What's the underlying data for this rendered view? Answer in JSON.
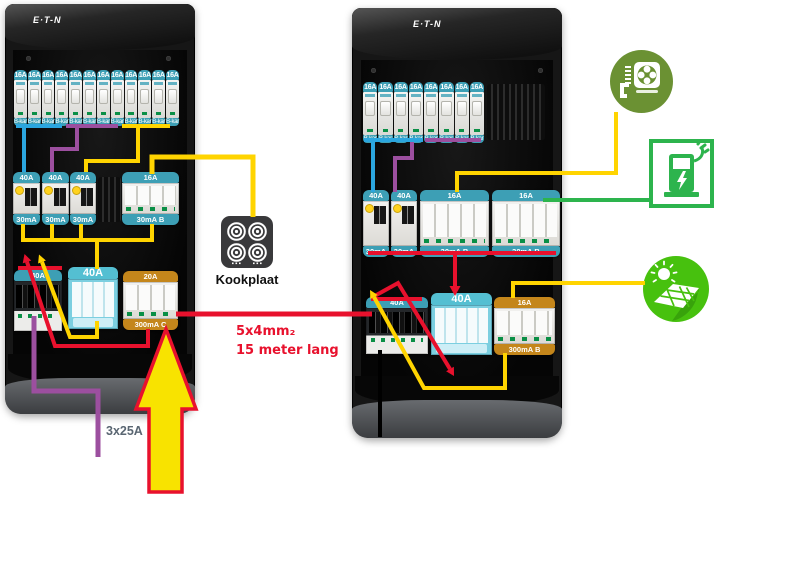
{
  "colors": {
    "blue": "#2BA6DF",
    "purple": "#9C4F9F",
    "yellow": "#FFD400",
    "arrow_yellow": "#F8E300",
    "red": "#E8112D",
    "green": "#2DB44D",
    "black": "#000000",
    "chip_teal": "#3D9FB5",
    "chip_teal_big": "#54BFD2",
    "chip_orange": "#C4861B",
    "fan_bg": "#6B9133",
    "ev_green": "#2DB44D",
    "solar_bg": "#47C10E",
    "cooktop_bg": "#39393B"
  },
  "left_panel": {
    "logo": "E·T-N",
    "row1_breakers": [
      {
        "top": "16A",
        "bottom": "B-kar"
      },
      {
        "top": "16A",
        "bottom": "B-kar"
      },
      {
        "top": "16A",
        "bottom": "B-kar"
      },
      {
        "top": "16A",
        "bottom": "B-kar"
      },
      {
        "top": "16A",
        "bottom": "B-kar"
      },
      {
        "top": "16A",
        "bottom": "B-kar"
      },
      {
        "top": "16A",
        "bottom": "B-kar"
      },
      {
        "top": "16A",
        "bottom": "B-kar"
      },
      {
        "top": "16A",
        "bottom": "B-kar"
      },
      {
        "top": "16A",
        "bottom": "B-kar"
      },
      {
        "top": "16A",
        "bottom": "B-kar"
      },
      {
        "top": "16A",
        "bottom": "B-kar"
      }
    ],
    "row2_devices": [
      {
        "top": "40A",
        "bottom": "30mA"
      },
      {
        "top": "40A",
        "bottom": "30mA"
      },
      {
        "top": "40A",
        "bottom": "30mA"
      },
      {
        "top": "16A",
        "bottom": "30mA B"
      }
    ],
    "row3": {
      "main_switch": "40A",
      "big_breaker": "40A",
      "earth_leakage": {
        "top": "20A",
        "bottom": "300mA C"
      }
    }
  },
  "right_panel": {
    "logo": "E·T-N",
    "row1_breakers": [
      {
        "top": "16A",
        "bottom": "B-kar"
      },
      {
        "top": "16A",
        "bottom": "B-kar"
      },
      {
        "top": "16A",
        "bottom": "B-kar"
      },
      {
        "top": "16A",
        "bottom": "B-kar"
      },
      {
        "top": "16A",
        "bottom": "B-kar"
      },
      {
        "top": "16A",
        "bottom": "B-kar"
      },
      {
        "top": "16A",
        "bottom": "B-kar"
      },
      {
        "top": "16A",
        "bottom": "B-kar"
      }
    ],
    "row2_devices": [
      {
        "top": "40A",
        "bottom": "30mA"
      },
      {
        "top": "40A",
        "bottom": "30mA"
      },
      {
        "top": "16A",
        "bottom": "30mA B"
      },
      {
        "top": "16A",
        "bottom": "30mA B"
      }
    ],
    "row3": {
      "main_switch": "40A",
      "big_breaker": "40A",
      "earth_leakage": {
        "top": "16A",
        "bottom": "300mA B"
      }
    }
  },
  "annotations": {
    "cooktop_label": "Kookplaat",
    "cable_line1": "5x4mm₂",
    "cable_line2": "15 meter lang",
    "supply_label": "3x25A"
  },
  "icons": {
    "cooktop": "induction-cooktop-icon",
    "ventilation": "ventilation-unit-icon",
    "ev": "ev-charging-station-icon",
    "solar": "solar-panels-icon"
  }
}
